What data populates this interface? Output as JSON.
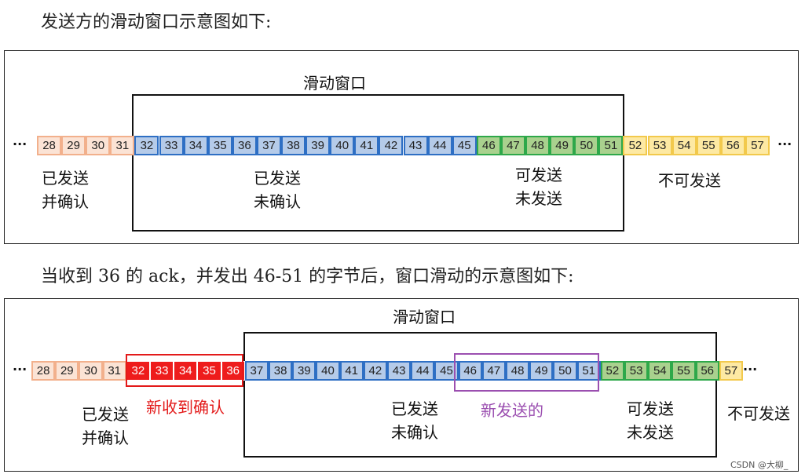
{
  "caption1": "发送方的滑动窗口示意图如下:",
  "caption2": "当收到 36 的 ack，并发出 46-51 的字节后，窗口滑动的示意图如下:",
  "window_label": "滑动窗口",
  "ellipsis": "···",
  "labels": {
    "sent_acked": [
      "已发送",
      "并确认"
    ],
    "sent_unacked": [
      "已发送",
      "未确认"
    ],
    "sendable": [
      "可发送",
      "未发送"
    ],
    "not_sendable": "不可发送",
    "newly_acked": "新收到确认",
    "newly_sent": "新发送的"
  },
  "colors": {
    "orange": {
      "fill": "#fbe3d5",
      "border": "#f2b08c"
    },
    "blue": {
      "fill": "#b5cbe9",
      "border": "#2e6fc4"
    },
    "green": {
      "fill": "#a9d18e",
      "border": "#2ea84a"
    },
    "yellow": {
      "fill": "#fde9a3",
      "border": "#f2c94c"
    },
    "red": {
      "fill": "#ee1c1c",
      "border": "#ffffff"
    },
    "red_box": "#e31a1a",
    "purple_box": "#9b4fb0"
  },
  "diagram1": {
    "cells": [
      {
        "n": "28",
        "c": "orange"
      },
      {
        "n": "29",
        "c": "orange"
      },
      {
        "n": "30",
        "c": "orange"
      },
      {
        "n": "31",
        "c": "orange"
      },
      {
        "n": "32",
        "c": "blue"
      },
      {
        "n": "33",
        "c": "blue"
      },
      {
        "n": "34",
        "c": "blue"
      },
      {
        "n": "35",
        "c": "blue"
      },
      {
        "n": "36",
        "c": "blue"
      },
      {
        "n": "37",
        "c": "blue"
      },
      {
        "n": "38",
        "c": "blue"
      },
      {
        "n": "39",
        "c": "blue"
      },
      {
        "n": "40",
        "c": "blue"
      },
      {
        "n": "41",
        "c": "blue"
      },
      {
        "n": "42",
        "c": "blue"
      },
      {
        "n": "43",
        "c": "blue"
      },
      {
        "n": "44",
        "c": "blue"
      },
      {
        "n": "45",
        "c": "blue"
      },
      {
        "n": "46",
        "c": "green"
      },
      {
        "n": "47",
        "c": "green"
      },
      {
        "n": "48",
        "c": "green"
      },
      {
        "n": "49",
        "c": "green"
      },
      {
        "n": "50",
        "c": "green"
      },
      {
        "n": "51",
        "c": "green"
      },
      {
        "n": "52",
        "c": "yellow"
      },
      {
        "n": "53",
        "c": "yellow"
      },
      {
        "n": "54",
        "c": "yellow"
      },
      {
        "n": "55",
        "c": "yellow"
      },
      {
        "n": "56",
        "c": "yellow"
      },
      {
        "n": "57",
        "c": "yellow"
      }
    ]
  },
  "diagram2": {
    "cells": [
      {
        "n": "28",
        "c": "orange"
      },
      {
        "n": "29",
        "c": "orange"
      },
      {
        "n": "30",
        "c": "orange"
      },
      {
        "n": "31",
        "c": "orange"
      },
      {
        "n": "32",
        "c": "red"
      },
      {
        "n": "33",
        "c": "red"
      },
      {
        "n": "34",
        "c": "red"
      },
      {
        "n": "35",
        "c": "red"
      },
      {
        "n": "36",
        "c": "red"
      },
      {
        "n": "37",
        "c": "blue"
      },
      {
        "n": "38",
        "c": "blue"
      },
      {
        "n": "39",
        "c": "blue"
      },
      {
        "n": "40",
        "c": "blue"
      },
      {
        "n": "41",
        "c": "blue"
      },
      {
        "n": "42",
        "c": "blue"
      },
      {
        "n": "43",
        "c": "blue"
      },
      {
        "n": "44",
        "c": "blue"
      },
      {
        "n": "45",
        "c": "blue"
      },
      {
        "n": "46",
        "c": "blue"
      },
      {
        "n": "47",
        "c": "blue"
      },
      {
        "n": "48",
        "c": "blue"
      },
      {
        "n": "49",
        "c": "blue"
      },
      {
        "n": "50",
        "c": "blue"
      },
      {
        "n": "51",
        "c": "blue"
      },
      {
        "n": "52",
        "c": "green"
      },
      {
        "n": "53",
        "c": "green"
      },
      {
        "n": "54",
        "c": "green"
      },
      {
        "n": "55",
        "c": "green"
      },
      {
        "n": "56",
        "c": "green"
      },
      {
        "n": "57",
        "c": "yellow"
      }
    ]
  },
  "watermark": "CSDN @大柳_"
}
